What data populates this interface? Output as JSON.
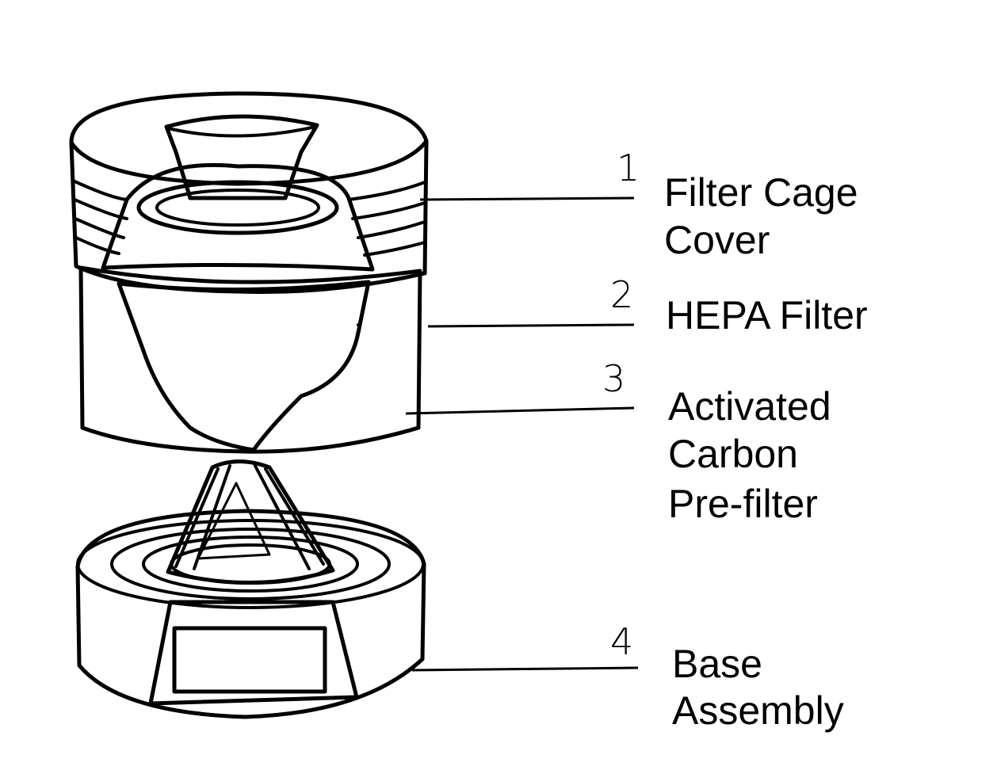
{
  "parts": [
    {
      "number": "1",
      "label_lines": [
        "Filter Cage",
        "Cover"
      ]
    },
    {
      "number": "2",
      "label_lines": [
        "HEPA Filter"
      ]
    },
    {
      "number": "3",
      "label_lines": [
        "Activated",
        "Carbon",
        "Pre-filter"
      ]
    },
    {
      "number": "4",
      "label_lines": [
        "Base",
        "Assembly"
      ]
    }
  ],
  "colors": {
    "ink": "#000000",
    "paper": "#ffffff"
  }
}
